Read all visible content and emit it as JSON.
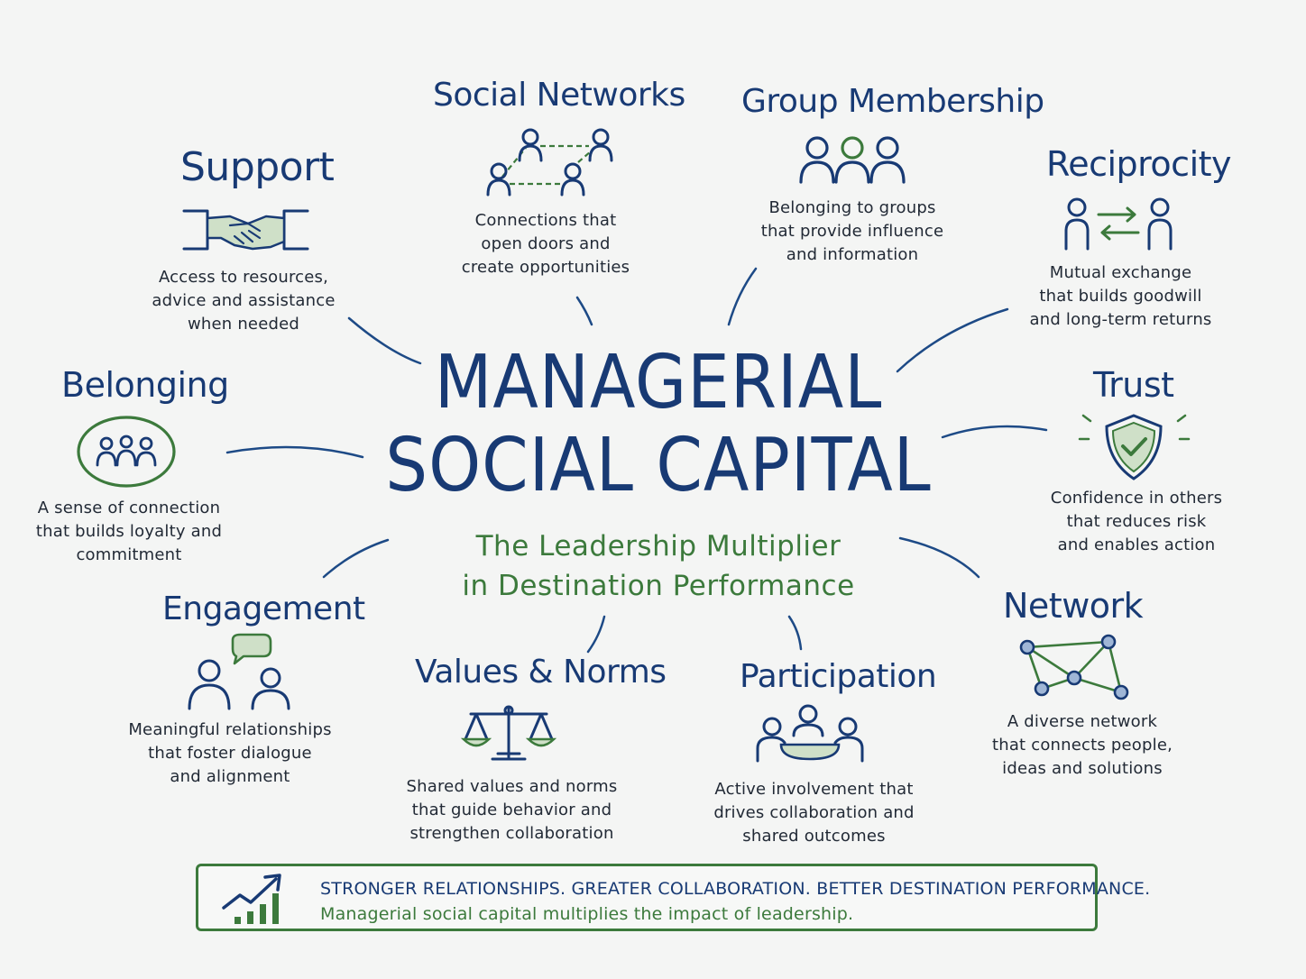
{
  "center": {
    "title_line1": "MANAGERIAL",
    "title_line2": "SOCIAL CAPITAL",
    "subtitle_line1": "The Leadership Multiplier",
    "subtitle_line2": "in Destination Performance"
  },
  "nodes": {
    "support": {
      "title": "Support",
      "desc": "Access to resources,\nadvice and assistance\nwhen needed",
      "icon": "handshake-icon"
    },
    "social_networks": {
      "title": "Social Networks",
      "desc": "Connections that\nopen doors and\ncreate opportunities",
      "icon": "social-network-people-icon"
    },
    "group_membership": {
      "title": "Group Membership",
      "desc": "Belonging to groups\nthat provide influence\nand information",
      "icon": "group-people-icon"
    },
    "reciprocity": {
      "title": "Reciprocity",
      "desc": "Mutual exchange\nthat builds goodwill\nand long-term returns",
      "icon": "exchange-arrows-icon"
    },
    "belonging": {
      "title": "Belonging",
      "desc": "A sense of connection\nthat builds loyalty and\ncommitment",
      "icon": "circle-people-icon"
    },
    "trust": {
      "title": "Trust",
      "desc": "Confidence in others\nthat reduces risk\nand enables action",
      "icon": "shield-check-icon"
    },
    "engagement": {
      "title": "Engagement",
      "desc": "Meaningful relationships\nthat foster dialogue\nand alignment",
      "icon": "dialogue-people-icon"
    },
    "values_norms": {
      "title": "Values & Norms",
      "desc": "Shared values and norms\nthat guide behavior and\nstrengthen collaboration",
      "icon": "scales-icon"
    },
    "participation": {
      "title": "Participation",
      "desc": "Active involvement that\ndrives collaboration and\nshared outcomes",
      "icon": "meeting-table-icon"
    },
    "network": {
      "title": "Network",
      "desc": "A diverse network\nthat connects people,\nideas and solutions",
      "icon": "network-nodes-icon"
    }
  },
  "banner": {
    "line1": "STRONGER RELATIONSHIPS. GREATER COLLABORATION. BETTER DESTINATION PERFORMANCE.",
    "line2": "Managerial social capital multiplies the impact of leadership.",
    "icon": "growth-chart-icon"
  },
  "colors": {
    "navy": "#183a74",
    "green": "#3c7a3c",
    "light_green": "#cfe0c8",
    "background": "#f4f5f4"
  }
}
